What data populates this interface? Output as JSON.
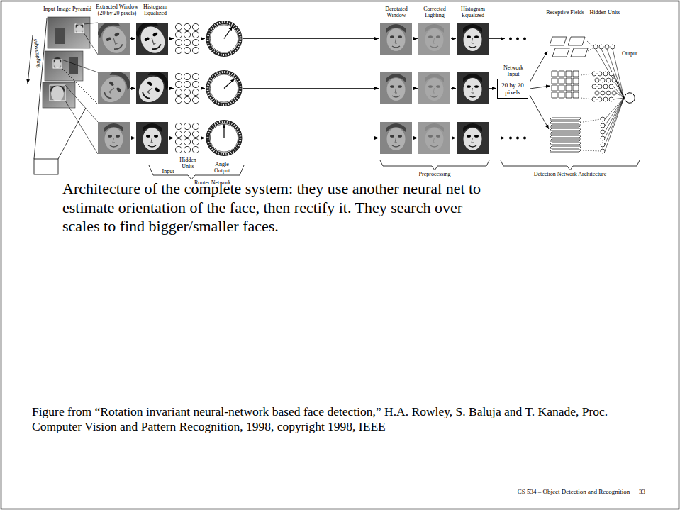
{
  "diagram": {
    "caption": "Architecture of the complete system: they use another neural net to estimate orientation of the face, then rectify it. They search over scales to find bigger/smaller faces.",
    "nodes": [
      {
        "text": [
          "Network Input",
          "20 by 20 pixels"
        ]
      },
      {
        "text": [
          "Output"
        ]
      }
    ],
    "labels": [
      "Input Image Pyramid",
      "subsampling",
      "Extracted Window (20 by 20 pixels)",
      "Histogram Equalized",
      "Derotated Window",
      "Corrected Lighting",
      "Histogram Equalized",
      "Receptive Fields",
      "Hidden Units",
      "Input",
      "Hidden Units",
      "Angle Output",
      "Router Network",
      "Preprocessing",
      "Detection Network Architecture",
      "Figure from “Rotation invariant neural-network based face detection,” H.A. Rowley, S. Baluja and T. Kanade, Proc. Computer Vision and Pattern Recognition, 1998, copyright 1998, IEEE",
      "CS 534 – Object Detection and Recognition - - 33"
    ]
  }
}
